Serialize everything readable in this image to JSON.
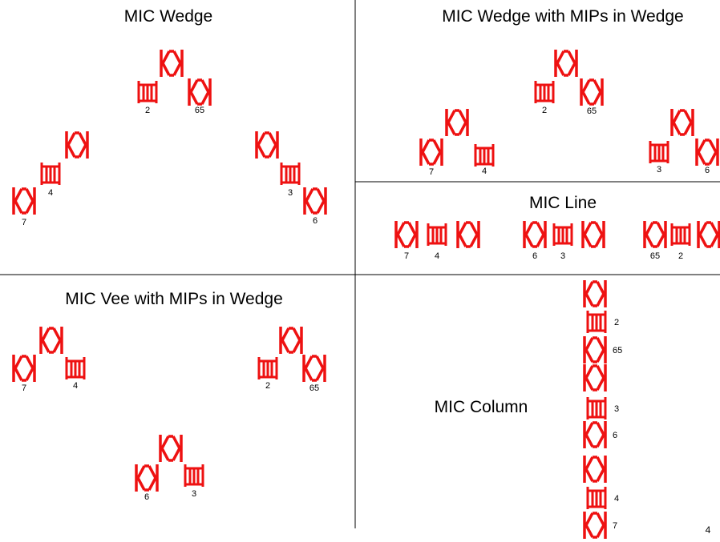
{
  "colors": {
    "accent": "#ee1111",
    "lines": "#000000"
  },
  "panels": {
    "wedge": {
      "title": "MIC Wedge"
    },
    "wedge_mips": {
      "title": "MIC Wedge with MIPs in Wedge"
    },
    "line": {
      "title": "MIC Line"
    },
    "vee_mips": {
      "title": "MIC Vee with MIPs in Wedge"
    },
    "column": {
      "title": "MIC Column"
    }
  },
  "page_number": "4",
  "icons": {
    "mic": "mic-bowtie-icon",
    "mip": "mip-ladder-icon"
  },
  "symbols": [
    {
      "panel": "wedge",
      "kind": "mic"
    },
    {
      "panel": "wedge",
      "kind": "mip",
      "label": "2"
    },
    {
      "panel": "wedge",
      "kind": "mic",
      "label": "65"
    },
    {
      "panel": "wedge",
      "kind": "mic"
    },
    {
      "panel": "wedge",
      "kind": "mip",
      "label": "4"
    },
    {
      "panel": "wedge",
      "kind": "mic",
      "label": "7"
    },
    {
      "panel": "wedge",
      "kind": "mic"
    },
    {
      "panel": "wedge",
      "kind": "mip",
      "label": "3"
    },
    {
      "panel": "wedge",
      "kind": "mic",
      "label": "6"
    },
    {
      "panel": "wedge_mips",
      "kind": "mic"
    },
    {
      "panel": "wedge_mips",
      "kind": "mip",
      "label": "2"
    },
    {
      "panel": "wedge_mips",
      "kind": "mic",
      "label": "65"
    },
    {
      "panel": "wedge_mips",
      "kind": "mic"
    },
    {
      "panel": "wedge_mips",
      "kind": "mic",
      "label": "7"
    },
    {
      "panel": "wedge_mips",
      "kind": "mip",
      "label": "4"
    },
    {
      "panel": "wedge_mips",
      "kind": "mic"
    },
    {
      "panel": "wedge_mips",
      "kind": "mip",
      "label": "3"
    },
    {
      "panel": "wedge_mips",
      "kind": "mic",
      "label": "6"
    },
    {
      "panel": "line",
      "kind": "mic",
      "label": "7"
    },
    {
      "panel": "line",
      "kind": "mip",
      "label": "4"
    },
    {
      "panel": "line",
      "kind": "mic"
    },
    {
      "panel": "line",
      "kind": "mic",
      "label": "6"
    },
    {
      "panel": "line",
      "kind": "mip",
      "label": "3"
    },
    {
      "panel": "line",
      "kind": "mic"
    },
    {
      "panel": "line",
      "kind": "mic",
      "label": "65"
    },
    {
      "panel": "line",
      "kind": "mip",
      "label": "2"
    },
    {
      "panel": "line",
      "kind": "mic"
    },
    {
      "panel": "vee_mips",
      "kind": "mic"
    },
    {
      "panel": "vee_mips",
      "kind": "mic",
      "label": "7"
    },
    {
      "panel": "vee_mips",
      "kind": "mip",
      "label": "4"
    },
    {
      "panel": "vee_mips",
      "kind": "mic"
    },
    {
      "panel": "vee_mips",
      "kind": "mip",
      "label": "2"
    },
    {
      "panel": "vee_mips",
      "kind": "mic",
      "label": "65"
    },
    {
      "panel": "vee_mips",
      "kind": "mic"
    },
    {
      "panel": "vee_mips",
      "kind": "mic",
      "label": "6"
    },
    {
      "panel": "vee_mips",
      "kind": "mip",
      "label": "3"
    },
    {
      "panel": "column",
      "kind": "mic"
    },
    {
      "panel": "column",
      "kind": "mip",
      "label": "2"
    },
    {
      "panel": "column",
      "kind": "mic",
      "label": "65"
    },
    {
      "panel": "column",
      "kind": "mic"
    },
    {
      "panel": "column",
      "kind": "mip",
      "label": "3"
    },
    {
      "panel": "column",
      "kind": "mic",
      "label": "6"
    },
    {
      "panel": "column",
      "kind": "mic"
    },
    {
      "panel": "column",
      "kind": "mip",
      "label": "4"
    },
    {
      "panel": "column",
      "kind": "mic",
      "label": "7"
    }
  ]
}
